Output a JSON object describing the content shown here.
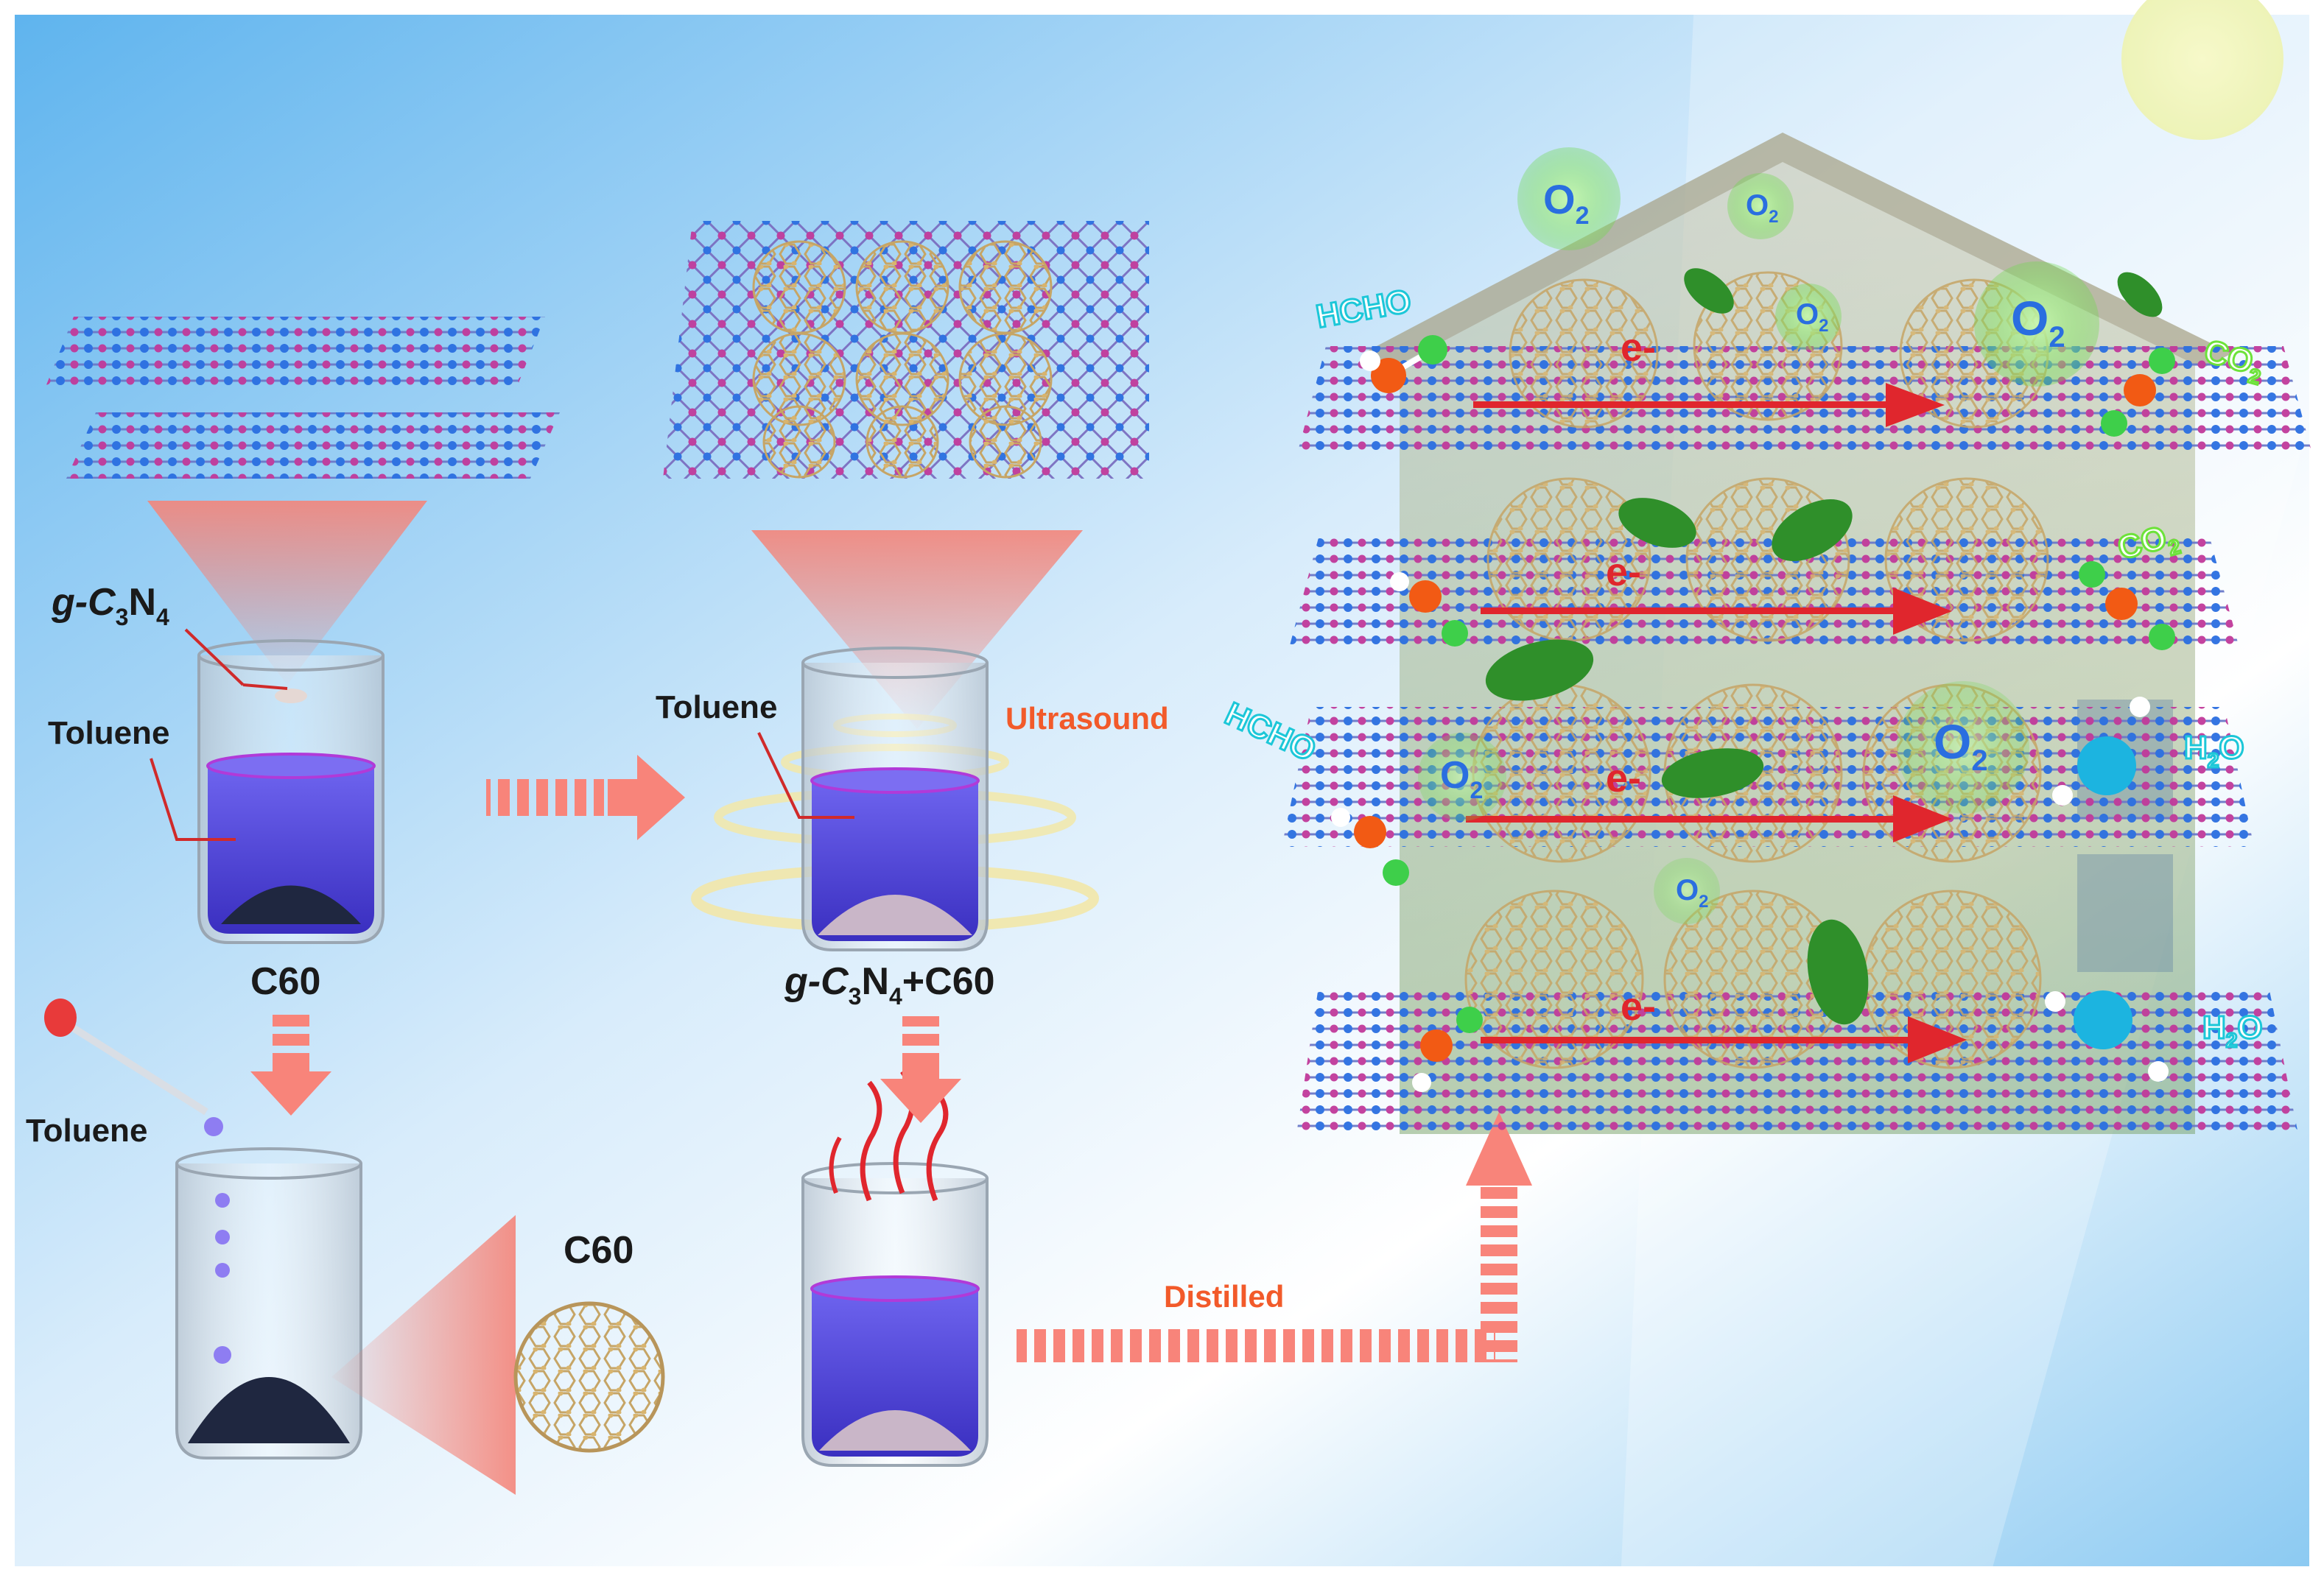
{
  "labels": {
    "g_c3n4_main": "g-C",
    "g_c3n4_sub3": "3",
    "g_c3n4_n": "N",
    "g_c3n4_sub4": "4",
    "toluene_top": "Toluene",
    "c60_beaker": "C60",
    "toluene_bottom": "Toluene",
    "c60_ball": "C60",
    "toluene_middle": "Toluene",
    "ultrasound": "Ultrasound",
    "mix_g": "g-C",
    "mix_sub3": "3",
    "mix_n": "N",
    "mix_sub4": "4",
    "mix_plus": "+C60",
    "distilled": "Distilled"
  },
  "product": {
    "hcho": "HCHO",
    "o2": "O",
    "o2_sub": "2",
    "co2": "CO",
    "co2_sub": "2",
    "h2o_h": "H",
    "h2o_sub": "2",
    "h2o_o": "O",
    "electron": "e-"
  },
  "colors": {
    "sky": "#7ec3f2",
    "pink_arrow": "#f8847a",
    "solution": "#5a4ee0",
    "electron_arrow": "#e0262d",
    "label_orange": "#f25a2a",
    "label_cyan": "#1cc7d8",
    "label_green": "#6de23a",
    "atom_blue": "#2a6ee0",
    "atom_magenta": "#c0399a"
  }
}
